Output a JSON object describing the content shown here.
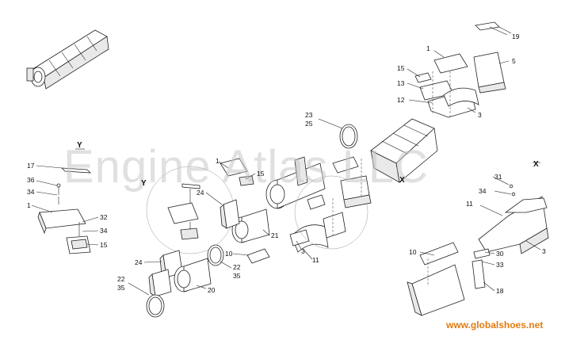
{
  "watermark": "Engine Atlas LLC",
  "site": "www.globalshoes.net",
  "views": {
    "y_top": "Y",
    "y_circle": "Y",
    "x_main": "X",
    "x_right": "X"
  },
  "callouts": {
    "c19": "19",
    "c1_top": "1",
    "c5": "5",
    "c15_top": "15",
    "c13": "13",
    "c12": "12",
    "c3_top": "3",
    "c23_25": "23\n25",
    "c17": "17",
    "c36": "36",
    "c34_left": "34",
    "c1_left": "1",
    "c32": "32",
    "c34_left2": "34",
    "c15_left": "15",
    "c1_mid": "1",
    "c15_mid": "15",
    "c24_mid": "24",
    "c21": "21",
    "c10_mid": "10",
    "c22_35_mid": "22\n35",
    "c3_mid": "3",
    "c11_mid": "11",
    "c24_low": "24",
    "c22_35_low": "22\n35",
    "c20": "20",
    "c31": "31",
    "c34_right": "34",
    "c11_right": "11",
    "c10_right": "10",
    "c30": "30",
    "c33": "33",
    "c3_right": "3",
    "c18": "18"
  },
  "colors": {
    "line": "#222222",
    "watermark": "#c8c8c8",
    "site": "#e07b10"
  }
}
